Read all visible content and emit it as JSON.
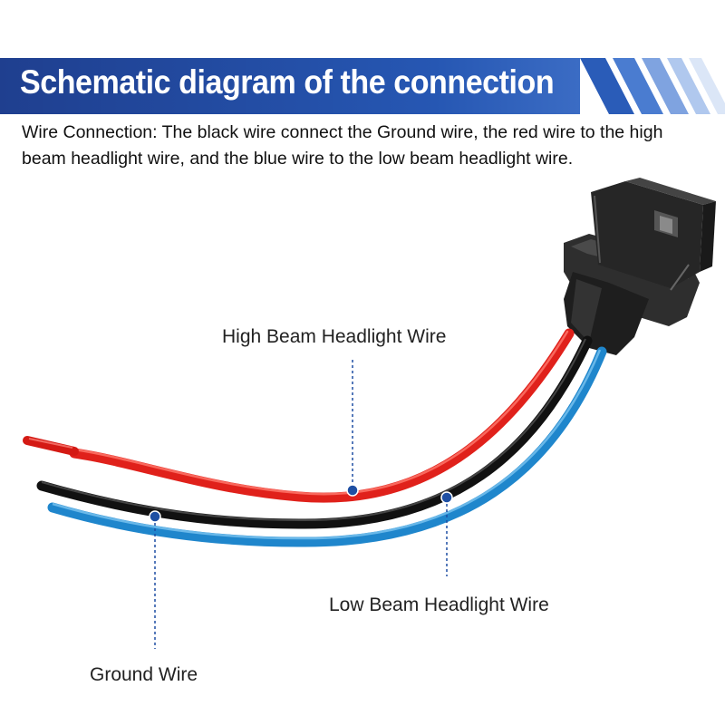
{
  "header": {
    "title": "Schematic diagram of the connection",
    "banner_color": "#1e4fa3"
  },
  "description": {
    "text": "Wire Connection: The black wire connect the Ground wire, the red wire to the high beam headlight wire, and the blue wire to the low beam headlight wire."
  },
  "labels": {
    "high_beam": "High Beam Headlight Wire",
    "low_beam": "Low Beam Headlight Wire",
    "ground": "Ground Wire"
  },
  "wires": {
    "red": "#e0211b",
    "black": "#111111",
    "blue": "#1f86cc"
  },
  "connector": {
    "color": "#2a2a2a"
  }
}
